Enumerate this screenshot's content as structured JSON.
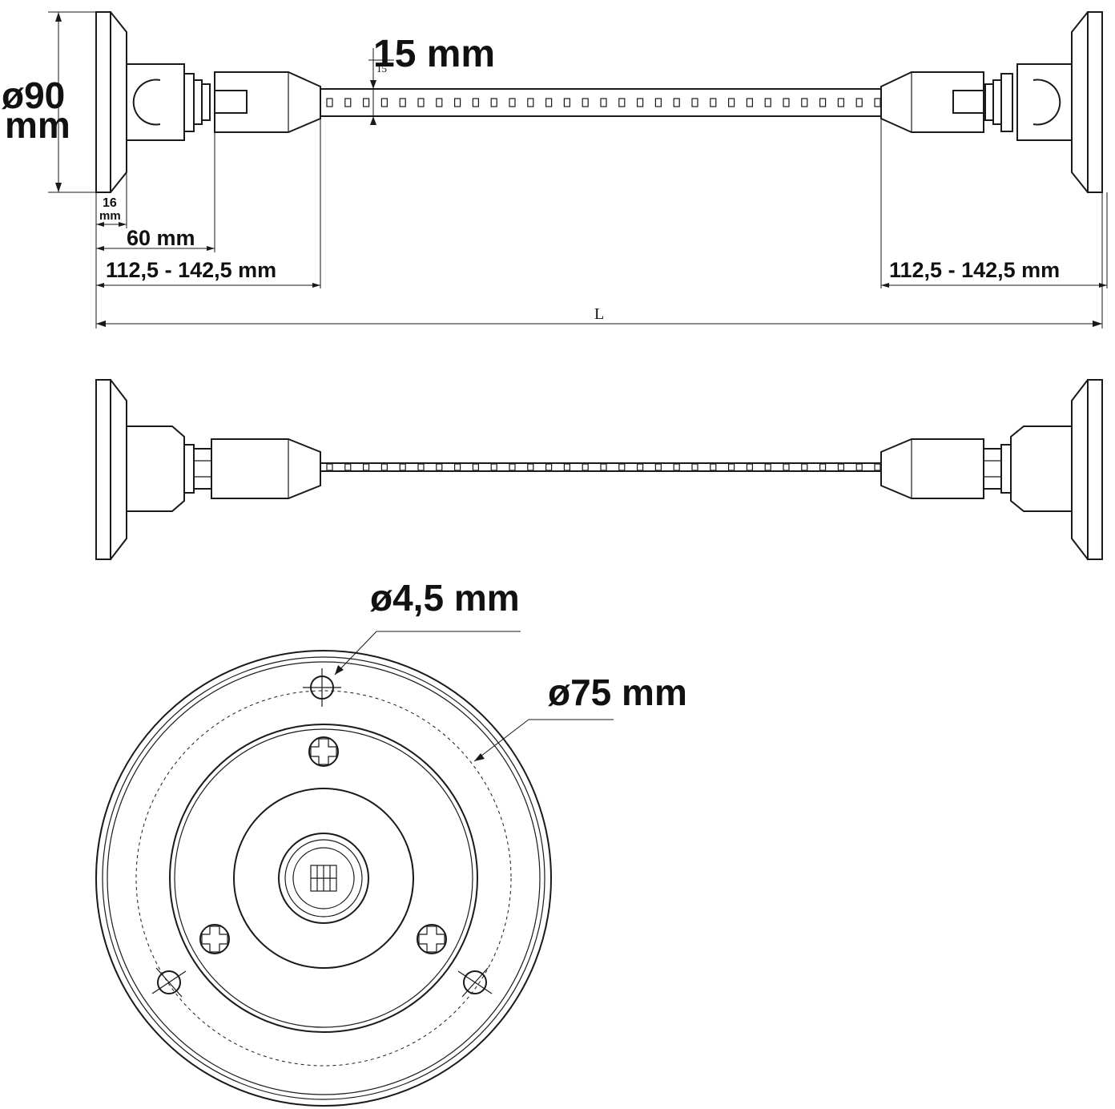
{
  "labels": {
    "diameter_top_line1": "ø90",
    "diameter_top_line2": "mm",
    "rod_width": "15 mm",
    "rod_width_small": "15",
    "plate_thickness_line1": "16",
    "plate_thickness_line2": "mm",
    "length_60": "60 mm",
    "range_left": "112,5 - 142,5 mm",
    "range_right": "112,5 - 142,5 mm",
    "total_length": "L",
    "hole_diameter": "ø4,5 mm",
    "circle_diameter": "ø75 mm"
  },
  "colors": {
    "line": "#1a1a1a",
    "text": "#111111",
    "background": "#ffffff"
  }
}
